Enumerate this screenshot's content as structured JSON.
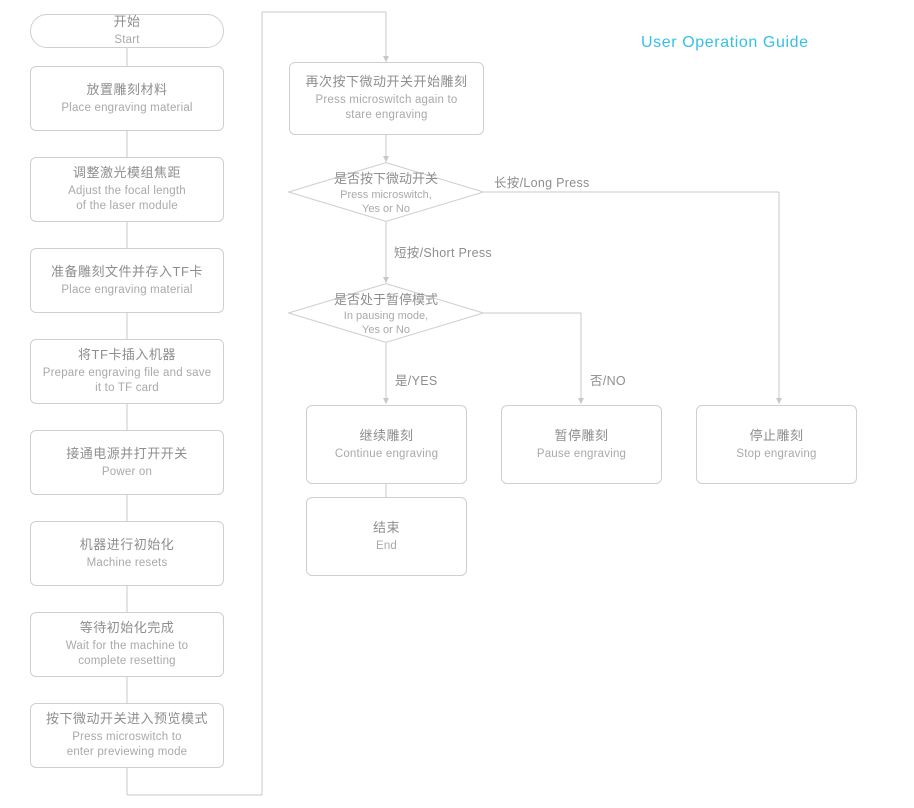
{
  "title": "User Operation Guide",
  "colors": {
    "accent": "#35c0e8",
    "node_border": "#cfcfcf",
    "text_cn": "#8e8e8e",
    "text_en": "#a9a9a9",
    "line": "#c8c8c8"
  },
  "left_column": [
    {
      "cn": "开始",
      "en": "Start",
      "shape": "rounded"
    },
    {
      "cn": "放置雕刻材料",
      "en": "Place engraving material",
      "shape": "box"
    },
    {
      "cn": "调整激光模组焦距",
      "en": "Adjust the focal length\nof the laser module",
      "shape": "box"
    },
    {
      "cn": "准备雕刻文件并存入TF卡",
      "en": "Place engraving material",
      "shape": "box"
    },
    {
      "cn": "将TF卡插入机器",
      "en": "Prepare engraving file and save\nit to TF card",
      "shape": "box"
    },
    {
      "cn": "接通电源并打开开关",
      "en": "Power on",
      "shape": "box"
    },
    {
      "cn": "机器进行初始化",
      "en": "Machine resets",
      "shape": "box"
    },
    {
      "cn": "等待初始化完成",
      "en": "Wait for the machine to\ncomplete resetting",
      "shape": "box"
    },
    {
      "cn": "按下微动开关进入预览模式",
      "en": "Press microswitch to\nenter previewing mode",
      "shape": "box"
    }
  ],
  "right_nodes": {
    "start_engraving": {
      "cn": "再次按下微动开关开始雕刻",
      "en": "Press microswitch again to\nstare engraving"
    },
    "continue": {
      "cn": "继续雕刻",
      "en": "Continue engraving"
    },
    "pause": {
      "cn": "暂停雕刻",
      "en": "Pause engraving"
    },
    "stop": {
      "cn": "停止雕刻",
      "en": "Stop engraving"
    },
    "end": {
      "cn": "结束",
      "en": "End"
    }
  },
  "decisions": [
    {
      "cn": "是否按下微动开关",
      "en": "Press microswitch,\nYes or No"
    },
    {
      "cn": "是否处于暂停模式",
      "en": "In pausing mode,\nYes or No"
    }
  ],
  "edge_labels": {
    "long_press": "长按/Long Press",
    "short_press": "短按/Short Press",
    "yes": "是/YES",
    "no": "否/NO"
  }
}
